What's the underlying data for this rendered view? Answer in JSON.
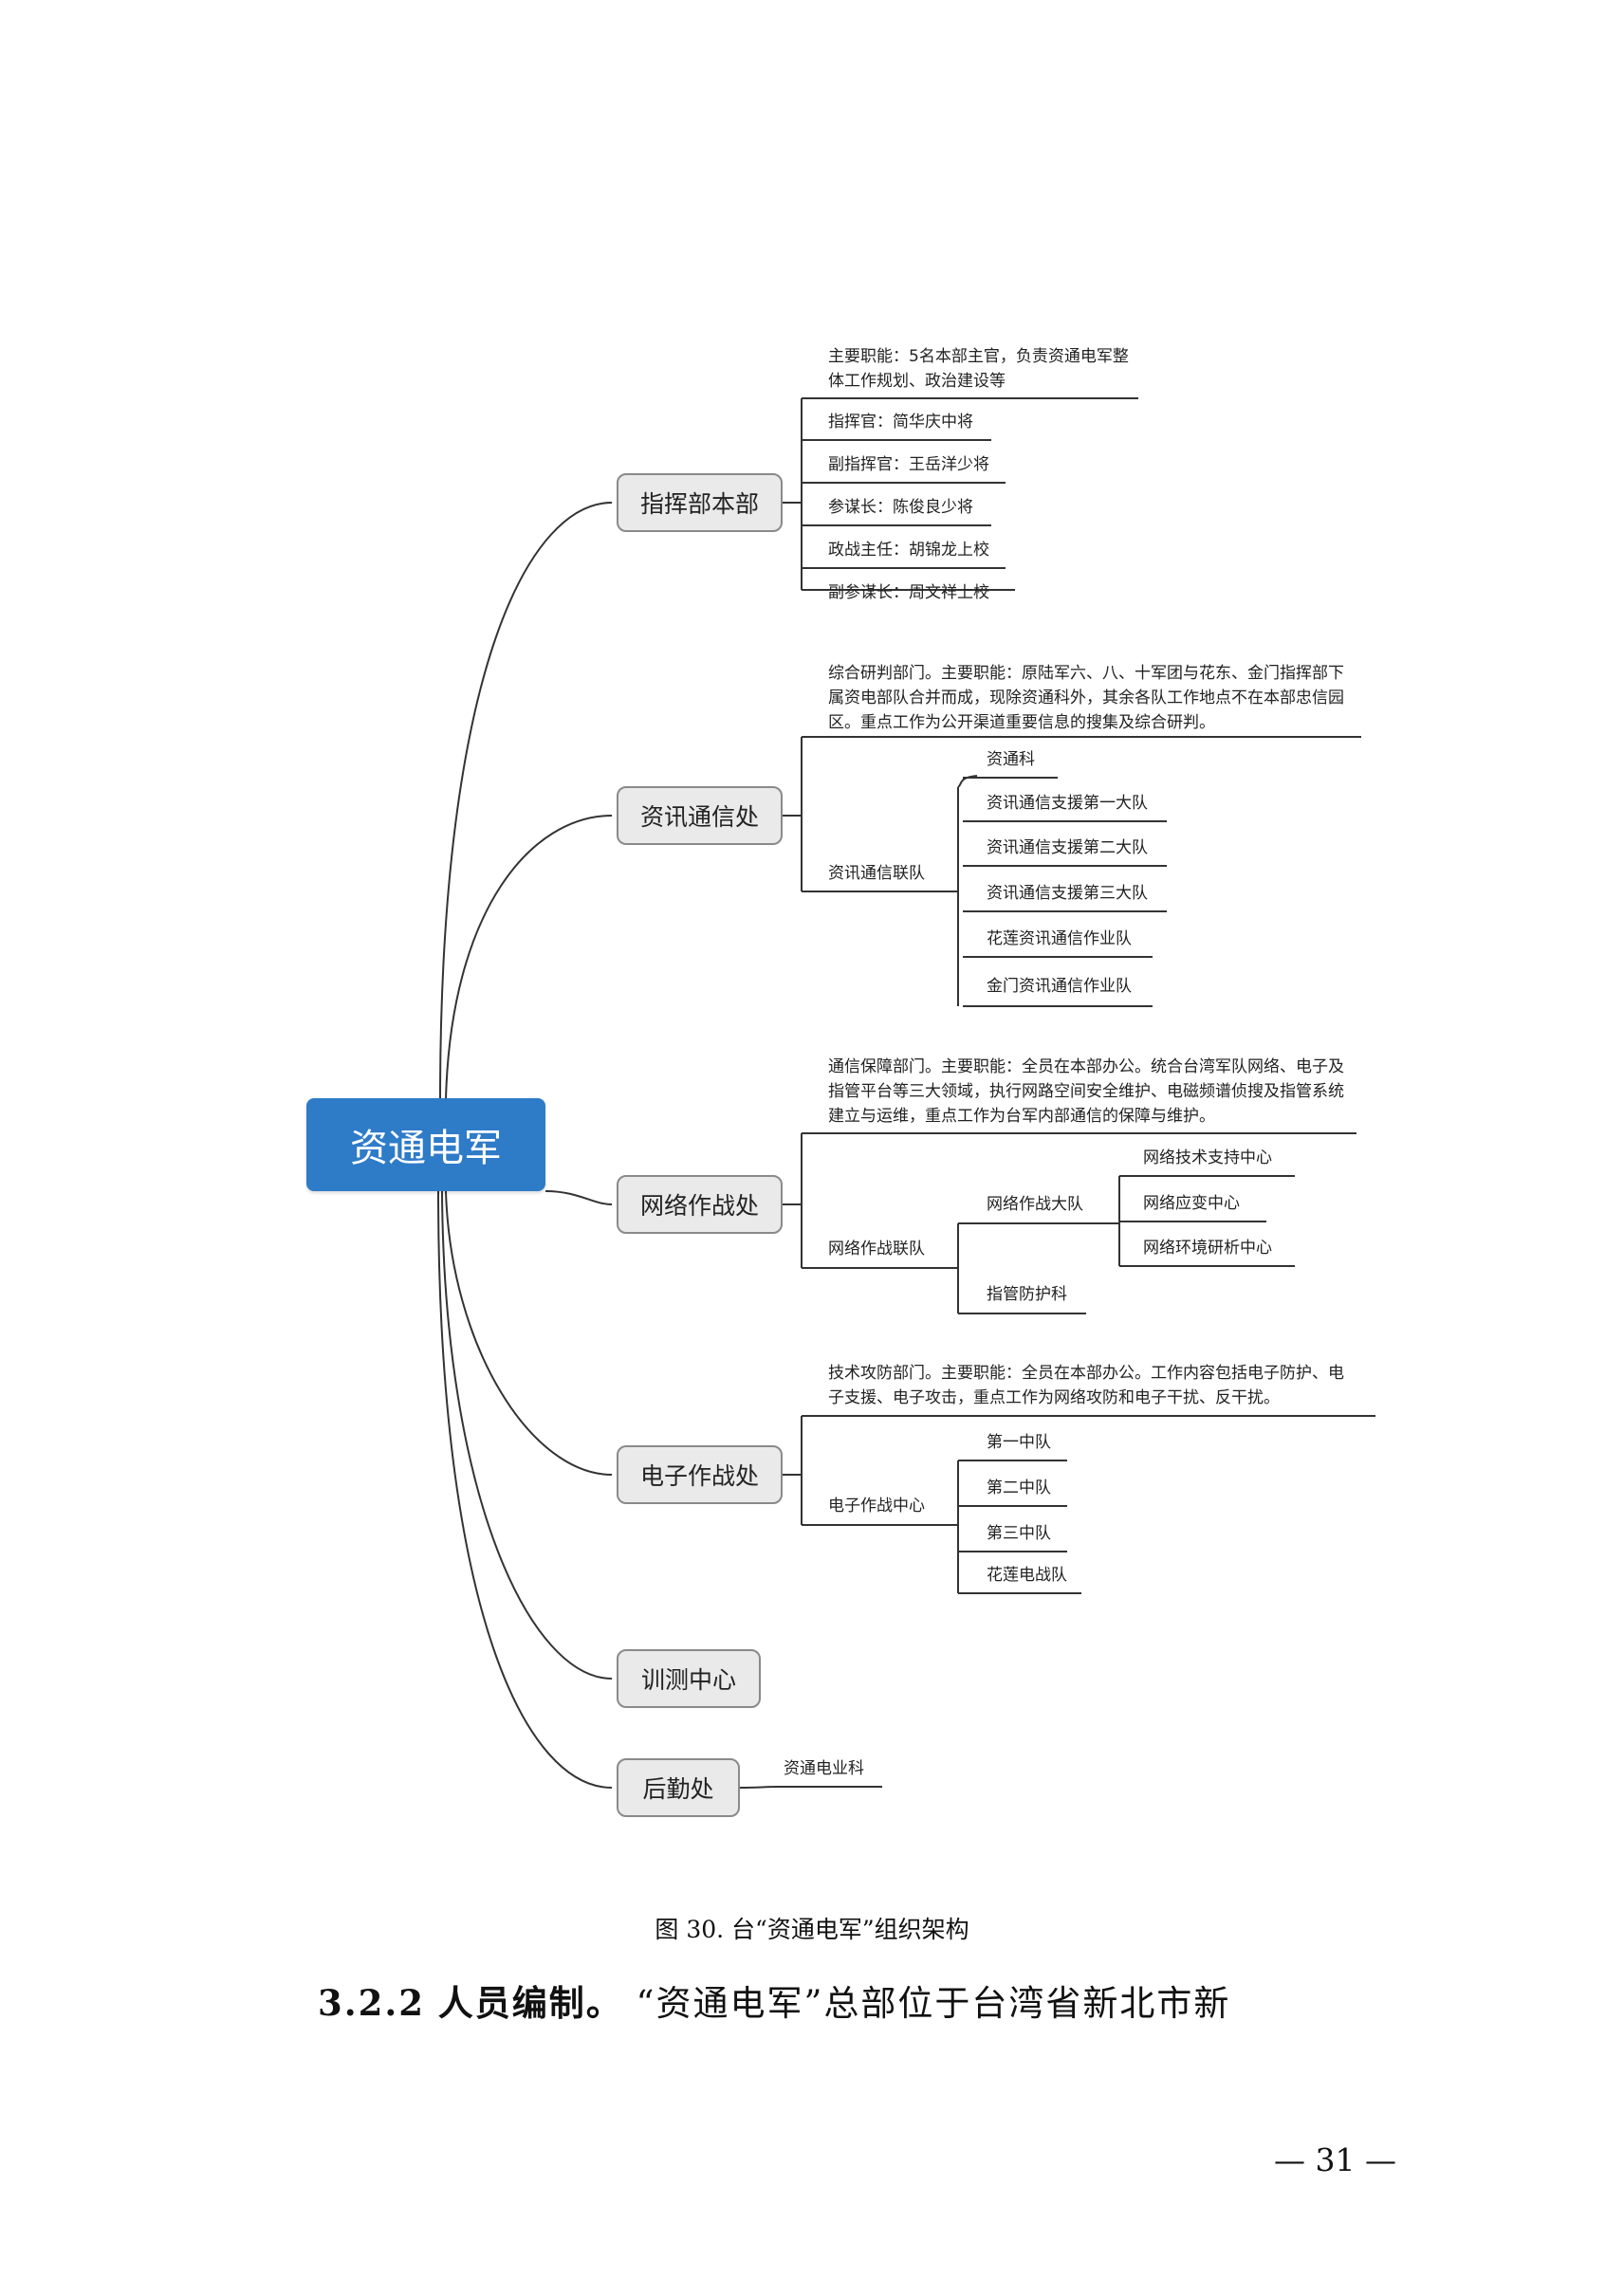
{
  "diagram": {
    "root": "资通电军",
    "branches": [
      {
        "label": "指挥部本部",
        "children": [
          {
            "text": "主要职能：5名本部主官，负责资通电军整体工作规划、政治建设等"
          },
          {
            "text": "指挥官：简华庆中将"
          },
          {
            "text": "副指挥官：王岳洋少将"
          },
          {
            "text": "参谋长：陈俊良少将"
          },
          {
            "text": "政战主任：胡锦龙上校"
          },
          {
            "text": "副参谋长：周文祥上校"
          }
        ]
      },
      {
        "label": "资讯通信处",
        "children": [
          {
            "text": "综合研判部门。主要职能：原陆军六、八、十军团与花东、金门指挥部下属资电部队合并而成，现除资通科外，其余各队工作地点不在本部忠信园区。重点工作为公开渠道重要信息的搜集及综合研判。"
          },
          {
            "text": "资讯通信联队",
            "children": [
              {
                "text": "资通科"
              },
              {
                "text": "资讯通信支援第一大队"
              },
              {
                "text": "资讯通信支援第二大队"
              },
              {
                "text": "资讯通信支援第三大队"
              },
              {
                "text": "花莲资讯通信作业队"
              },
              {
                "text": "金门资讯通信作业队"
              }
            ]
          }
        ]
      },
      {
        "label": "网络作战处",
        "children": [
          {
            "text": "通信保障部门。主要职能：全员在本部办公。统合台湾军队网络、电子及指管平台等三大领域，执行网路空间安全维护、电磁频谱侦搜及指管系统建立与运维，重点工作为台军内部通信的保障与维护。"
          },
          {
            "text": "网络作战联队",
            "children": [
              {
                "text": "网络作战大队",
                "children": [
                  {
                    "text": "网络技术支持中心"
                  },
                  {
                    "text": "网络应变中心"
                  },
                  {
                    "text": "网络环境研析中心"
                  }
                ]
              },
              {
                "text": "指管防护科"
              }
            ]
          }
        ]
      },
      {
        "label": "电子作战处",
        "children": [
          {
            "text": "技术攻防部门。主要职能：全员在本部办公。工作内容包括电子防护、电子支援、电子攻击，重点工作为网络攻防和电子干扰、反干扰。"
          },
          {
            "text": "电子作战中心",
            "children": [
              {
                "text": "第一中队"
              },
              {
                "text": "第二中队"
              },
              {
                "text": "第三中队"
              },
              {
                "text": "花莲电战队"
              }
            ]
          }
        ]
      },
      {
        "label": "训测中心",
        "children": []
      },
      {
        "label": "后勤处",
        "children": [
          {
            "text": "资通电业科"
          }
        ]
      }
    ]
  },
  "caption": "图 30. 台“资通电军”组织架构",
  "heading": {
    "number": "3.2.2",
    "lead": "人员编制。",
    "text": "“资通电军”总部位于台湾省新北市新"
  },
  "page_number": "— 31 —",
  "colors": {
    "root_fill": "#2e7bc8",
    "branch_fill": "#eaeaea",
    "branch_border": "#8a8a8a",
    "line": "#333333"
  }
}
